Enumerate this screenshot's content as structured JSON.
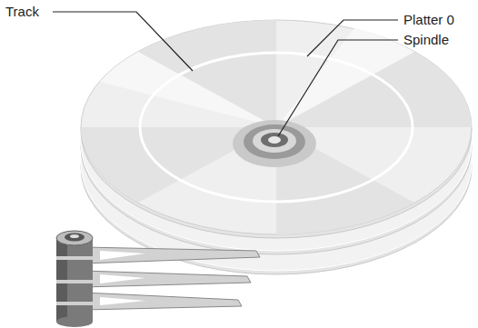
{
  "diagram": {
    "labels": [
      "Track",
      "Platter 0",
      "Spindle"
    ]
  }
}
